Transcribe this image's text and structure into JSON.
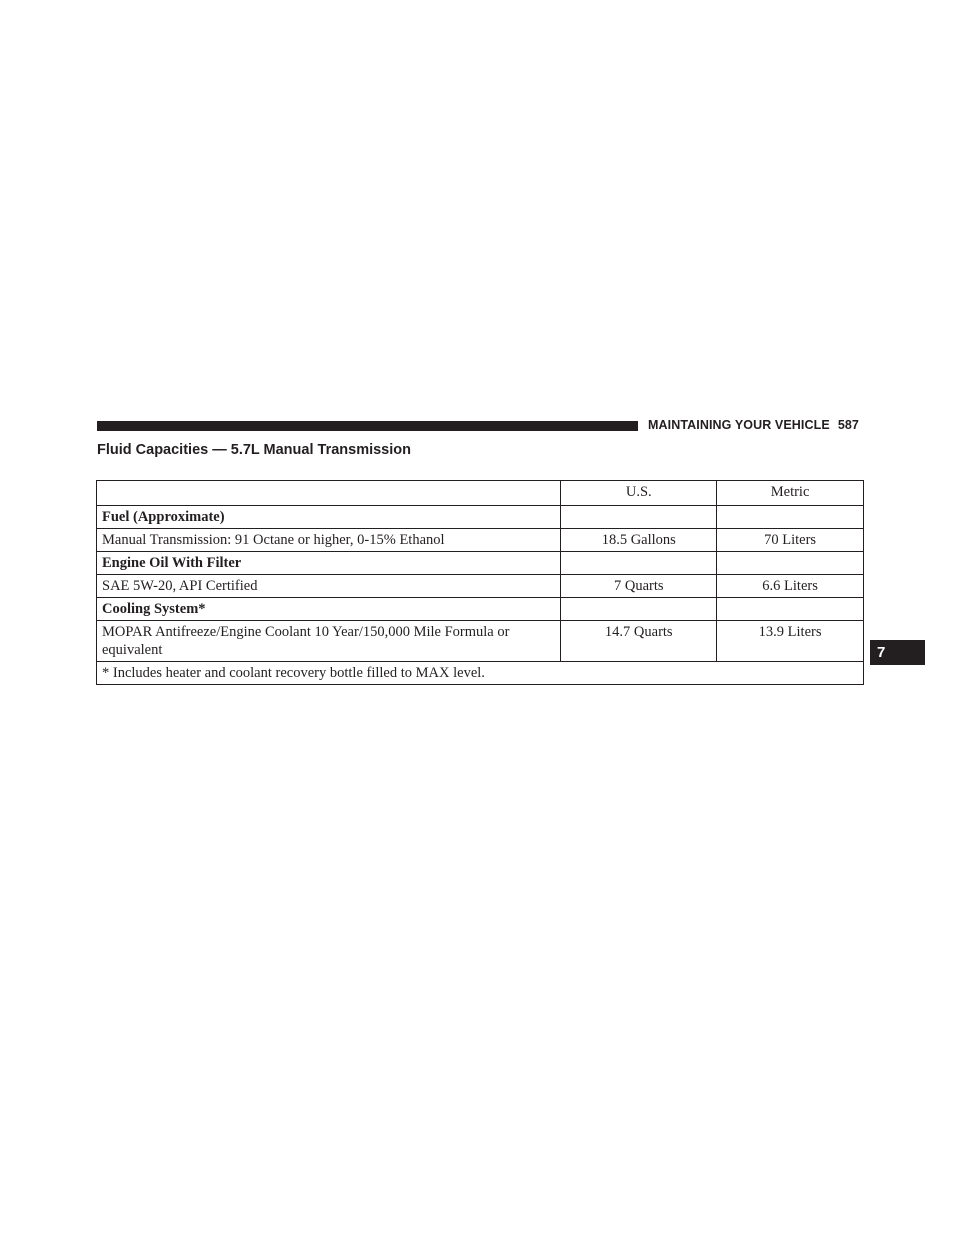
{
  "page_header": {
    "section": "MAINTAINING YOUR VEHICLE",
    "page_number": "587"
  },
  "chapter_tab": "7",
  "title": "Fluid Capacities — 5.7L Manual Transmission",
  "table": {
    "columns": [
      "",
      "U.S.",
      "Metric"
    ],
    "rows": [
      {
        "label": "Fuel (Approximate)",
        "us": "",
        "metric": ""
      },
      {
        "label": "Manual Transmission: 91 Octane or higher, 0-15% Ethanol",
        "us": "18.5 Gallons",
        "metric": "70 Liters"
      },
      {
        "label": "Engine Oil With Filter",
        "us": "",
        "metric": ""
      },
      {
        "label": "SAE 5W-20, API Certified",
        "us": "7 Quarts",
        "metric": "6.6 Liters"
      },
      {
        "label": "Cooling System*",
        "us": "",
        "metric": ""
      },
      {
        "label": "MOPAR Antifreeze/Engine Coolant 10 Year/150,000 Mile Formula or equivalent",
        "us": "14.7 Quarts",
        "metric": "13.9 Liters"
      }
    ],
    "footnote": "* Includes heater and coolant recovery bottle filled to MAX level."
  }
}
